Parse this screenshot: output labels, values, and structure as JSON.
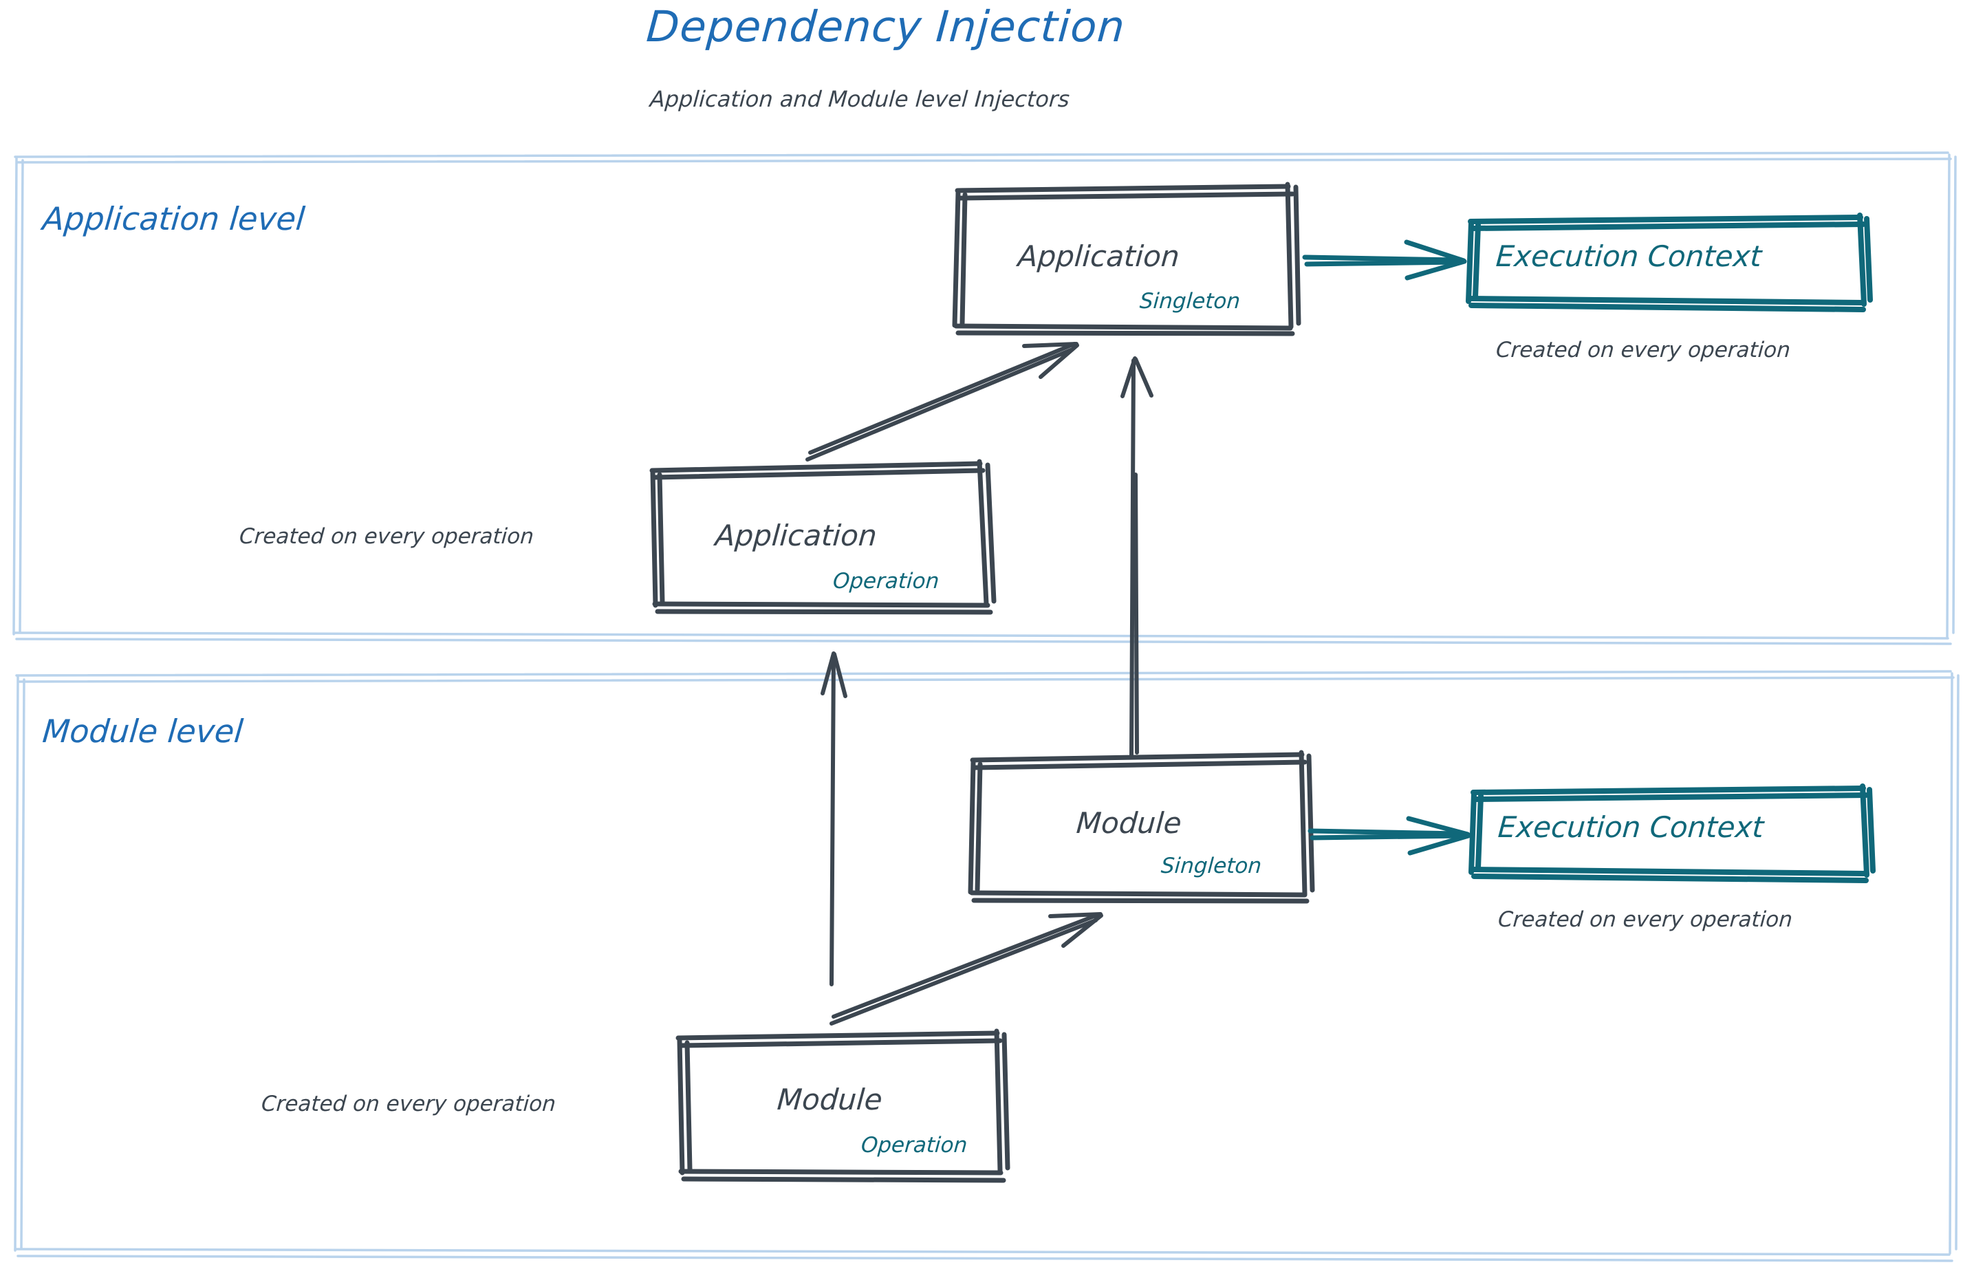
{
  "header": {
    "title": "Dependency Injection",
    "subtitle": "Application and Module level Injectors",
    "title_color": "#1f6cb5",
    "subtitle_color": "#3c4650"
  },
  "colors": {
    "panel_border": "#b9d3ec",
    "sketch_stroke": "#3c4650",
    "accent_teal": "#10687a",
    "accent_blue": "#1f6cb5",
    "background": "#ffffff"
  },
  "panels": [
    {
      "id": "application-level",
      "label": "Application level",
      "nodes": [
        {
          "id": "application-singleton",
          "title": "Application",
          "scope": "Singleton",
          "style": "slate"
        },
        {
          "id": "application-execution-context",
          "title": "Execution Context",
          "scope": "",
          "style": "teal",
          "note": "Created on every operation"
        },
        {
          "id": "application-operation",
          "title": "Application",
          "scope": "Operation",
          "style": "slate",
          "note": "Created on every operation"
        }
      ],
      "edges": [
        {
          "id": "app-singleton-to-execution-context",
          "from": "application-singleton",
          "to": "application-execution-context",
          "color": "teal"
        },
        {
          "id": "app-operation-to-app-singleton",
          "from": "application-operation",
          "to": "application-singleton",
          "color": "slate"
        }
      ]
    },
    {
      "id": "module-level",
      "label": "Module level",
      "nodes": [
        {
          "id": "module-singleton",
          "title": "Module",
          "scope": "Singleton",
          "style": "slate"
        },
        {
          "id": "module-execution-context",
          "title": "Execution Context",
          "scope": "",
          "style": "teal",
          "note": "Created on every operation"
        },
        {
          "id": "module-operation",
          "title": "Module",
          "scope": "Operation",
          "style": "slate",
          "note": "Created on every operation"
        }
      ],
      "edges": [
        {
          "id": "module-singleton-to-execution-context",
          "from": "module-singleton",
          "to": "module-execution-context",
          "color": "teal"
        },
        {
          "id": "module-operation-to-module-singleton",
          "from": "module-operation",
          "to": "module-singleton",
          "color": "slate"
        }
      ]
    }
  ],
  "cross_level_edges": [
    {
      "id": "module-singleton-to-application-singleton",
      "from": "module-singleton",
      "to": "application-singleton",
      "color": "slate"
    },
    {
      "id": "module-operation-to-application-operation",
      "from": "module-operation",
      "to": "application-operation",
      "color": "slate"
    }
  ],
  "labels": {
    "created_on_every_operation": "Created on every operation"
  }
}
